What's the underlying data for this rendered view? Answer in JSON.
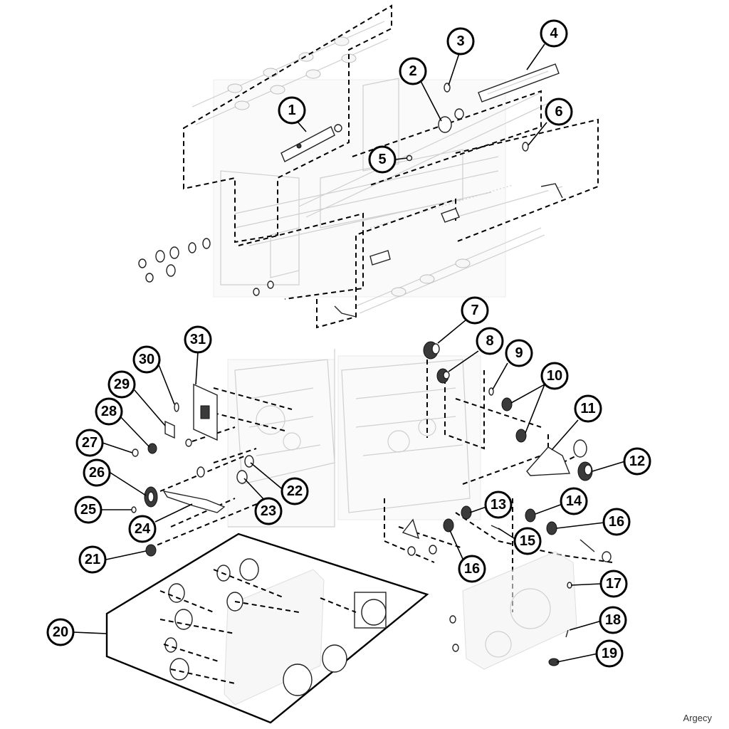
{
  "callouts": [
    {
      "label": "1"
    },
    {
      "label": "2"
    },
    {
      "label": "3"
    },
    {
      "label": "4"
    },
    {
      "label": "5"
    },
    {
      "label": "6"
    },
    {
      "label": "7"
    },
    {
      "label": "8"
    },
    {
      "label": "9"
    },
    {
      "label": "10"
    },
    {
      "label": "11"
    },
    {
      "label": "12"
    },
    {
      "label": "13"
    },
    {
      "label": "14"
    },
    {
      "label": "15"
    },
    {
      "label": "16"
    },
    {
      "label": "16"
    },
    {
      "label": "17"
    },
    {
      "label": "18"
    },
    {
      "label": "19"
    },
    {
      "label": "20"
    },
    {
      "label": "21"
    },
    {
      "label": "22"
    },
    {
      "label": "23"
    },
    {
      "label": "24"
    },
    {
      "label": "25"
    },
    {
      "label": "26"
    },
    {
      "label": "27"
    },
    {
      "label": "28"
    },
    {
      "label": "29"
    },
    {
      "label": "30"
    },
    {
      "label": "31"
    }
  ],
  "watermark": "Argecy",
  "colors": {
    "line": "#000000",
    "ghost": "#cfcfcf",
    "background": "#ffffff"
  }
}
